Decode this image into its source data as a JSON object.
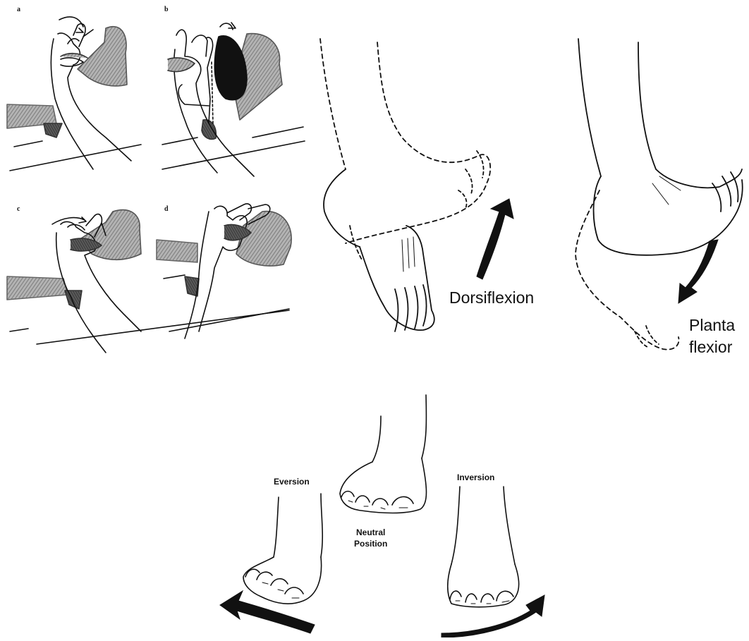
{
  "panels": {
    "a": "a",
    "b": "b",
    "c": "c",
    "d": "d"
  },
  "labels": {
    "dorsiflexion": "Dorsiflexion",
    "plantar_line1": "Planta",
    "plantar_line2": "flexior",
    "eversion": "Eversion",
    "neutral_line1": "Neutral",
    "neutral_line2": "Position",
    "inversion": "Inversion"
  },
  "colors": {
    "ink": "#111111",
    "shade": "#8a8a8a",
    "dark_shade": "#1a1a1a",
    "background": "#ffffff"
  }
}
